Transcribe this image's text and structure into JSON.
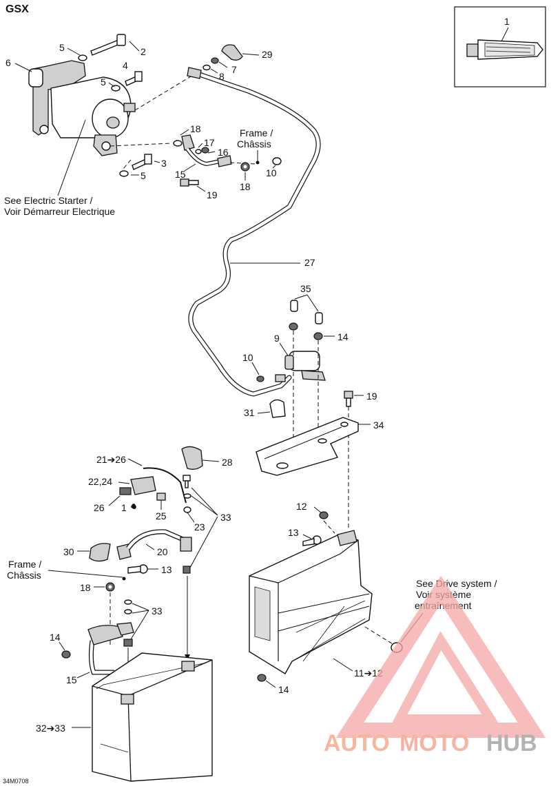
{
  "diagram": {
    "title": "GSX",
    "code": "34M0708",
    "notes": {
      "starter_line1": "See Electric Starter /",
      "starter_line2": "Voir Démarreur Electrique",
      "frame_top_line1": "Frame /",
      "frame_top_line2": "Châssis",
      "frame_bottom_line1": "Frame /",
      "frame_bottom_line2": "Châssis",
      "drive_line1": "See Drive system /",
      "drive_line2": "Voir système",
      "drive_line3": "entraînement"
    },
    "callouts": {
      "c1": "1",
      "c2": "2",
      "c3": "3",
      "c4": "4",
      "c5a": "5",
      "c5b": "5",
      "c5c": "5",
      "c6": "6",
      "c7": "7",
      "c8": "8",
      "c9": "9",
      "c10a": "10",
      "c10b": "10",
      "c12": "12",
      "c13a": "13",
      "c13b": "13",
      "c14a": "14",
      "c14b": "14",
      "c14c": "14",
      "c15a": "15",
      "c15b": "15",
      "c16": "16",
      "c17": "17",
      "c18a": "18",
      "c18b": "18",
      "c18c": "18",
      "c19a": "19",
      "c19b": "19",
      "c20": "20",
      "c21_26": "21➔26",
      "c22_24": "22,24",
      "c23": "23",
      "c25": "25",
      "c26": "26",
      "c1drop": "1",
      "c27": "27",
      "c28": "28",
      "c29": "29",
      "c30": "30",
      "c31": "31",
      "c32_33": "32➔33",
      "c33a": "33",
      "c33b": "33",
      "c34": "34",
      "c35": "35",
      "c11_12": "11➔12"
    }
  },
  "watermark": {
    "part1": "AUTO",
    "part2": "MOTO",
    "part3": "HUB",
    "color_auto": "#f3a07a",
    "color_moto": "#f29a86",
    "color_hub": "#9a9a9a",
    "color_triangle": "#f5a7a7"
  }
}
